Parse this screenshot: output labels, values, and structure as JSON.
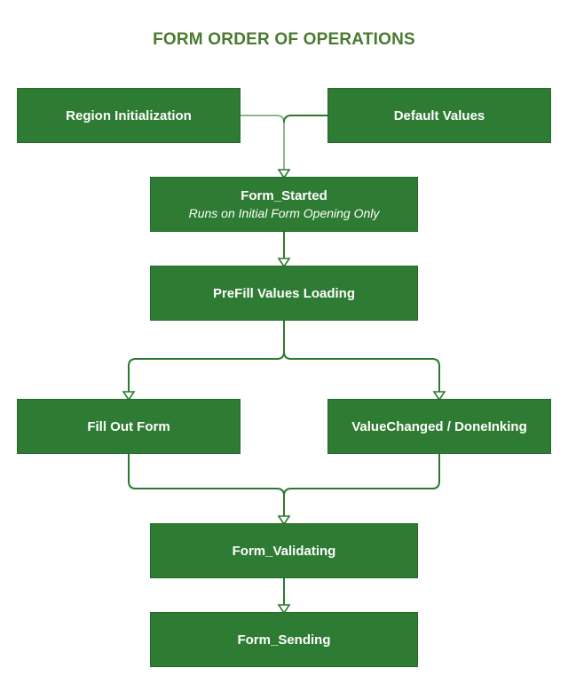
{
  "title": "FORM ORDER OF OPERATIONS",
  "colors": {
    "title": "#4a7a2f",
    "node_fill": "#2e7b33",
    "edge": "#2a7a2e",
    "node_text": "#ffffff"
  },
  "nodes": {
    "region_init": {
      "label": "Region Initialization"
    },
    "default_values": {
      "label": "Default Values"
    },
    "form_started": {
      "label": "Form_Started",
      "sub": "Runs on Initial Form Opening Only"
    },
    "prefill": {
      "label": "PreFill Values Loading"
    },
    "fill_out": {
      "label": "Fill Out Form"
    },
    "value_changed": {
      "label": "ValueChanged / DoneInking"
    },
    "validating": {
      "label": "Form_Validating"
    },
    "sending": {
      "label": "Form_Sending"
    }
  },
  "edges": [
    {
      "from": "region_init",
      "to": "form_started"
    },
    {
      "from": "default_values",
      "to": "form_started"
    },
    {
      "from": "form_started",
      "to": "prefill"
    },
    {
      "from": "prefill",
      "to": "fill_out"
    },
    {
      "from": "prefill",
      "to": "value_changed"
    },
    {
      "from": "fill_out",
      "to": "validating"
    },
    {
      "from": "value_changed",
      "to": "validating"
    },
    {
      "from": "validating",
      "to": "sending"
    }
  ]
}
